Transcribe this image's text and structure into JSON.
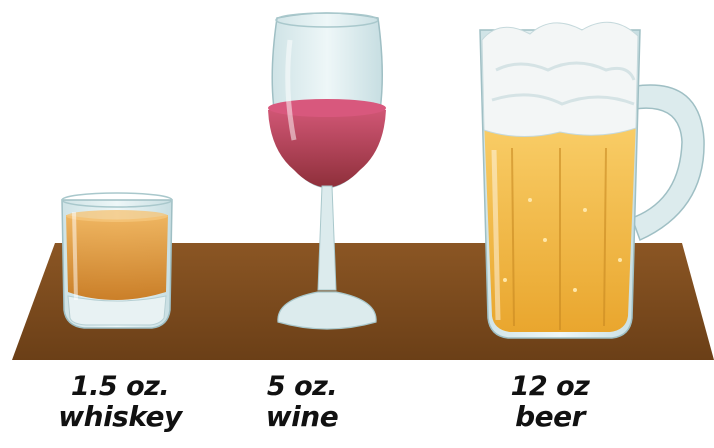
{
  "drinks": [
    {
      "amount": "1.5 oz.",
      "name": "whiskey",
      "icon": "whiskey-glass-icon",
      "liquid_color": "#E39A3C"
    },
    {
      "amount": "5 oz.",
      "name": "wine",
      "icon": "wine-glass-icon",
      "liquid_color": "#B23A4E"
    },
    {
      "amount": "12 oz",
      "name": "beer",
      "icon": "beer-mug-icon",
      "liquid_color": "#F2B43E"
    }
  ],
  "colors": {
    "table": "#7A4A1E",
    "glass": "#D9ECEE",
    "foam": "#F4F7F7"
  }
}
